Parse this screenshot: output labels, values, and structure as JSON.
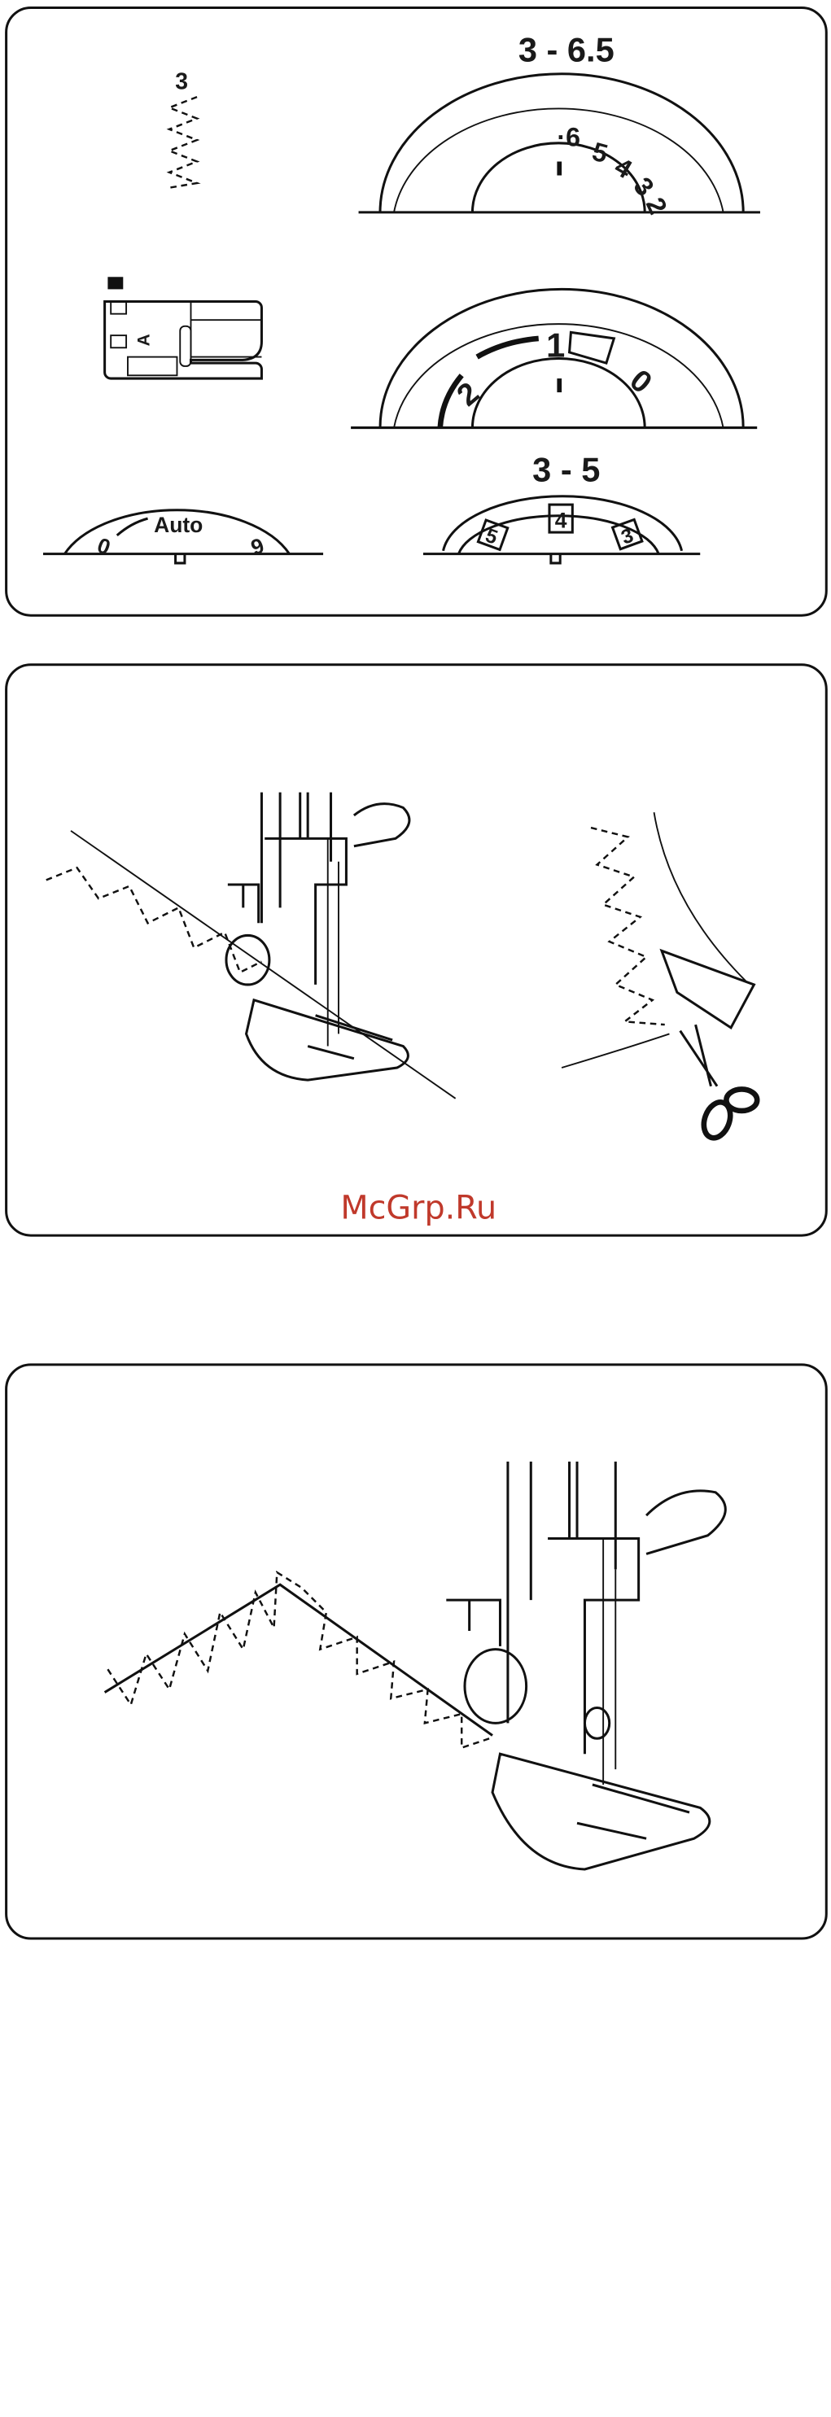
{
  "panel1": {
    "stitch_number": "3",
    "width_dial": {
      "title": "3 - 6.5",
      "ticks": [
        "·6",
        "5",
        "4",
        "3",
        "2"
      ]
    },
    "tension_dial": {
      "ticks": [
        "2",
        "1",
        "0"
      ]
    },
    "length_dial": {
      "label": "Auto",
      "ticks": [
        "0",
        "9"
      ]
    },
    "pressure_dial": {
      "title": "3 - 5",
      "ticks": [
        "5",
        "4",
        "3"
      ]
    },
    "foot_letter": "A"
  },
  "watermark": "McGrp.Ru",
  "colors": {
    "watermark": "#c0392b",
    "line": "#111111"
  }
}
